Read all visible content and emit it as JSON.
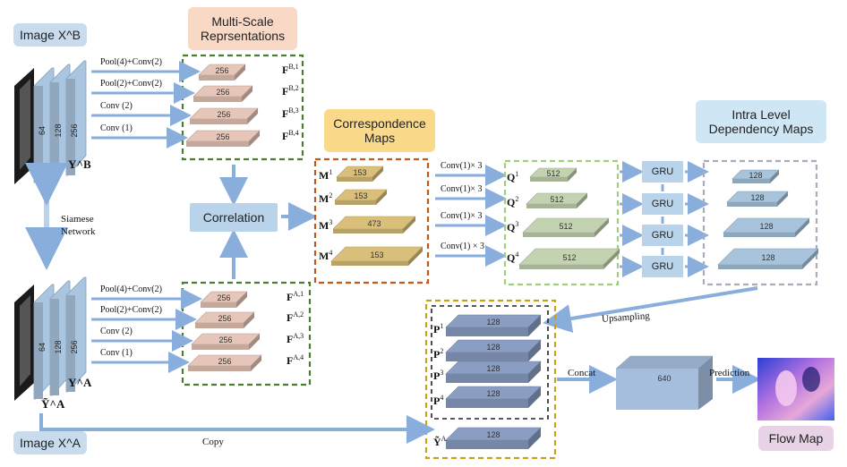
{
  "image_b_label": "Image X^B",
  "image_a_label": "Image X^A",
  "multiscale_title_line1": "Multi-Scale",
  "multiscale_title_line2": "Reprsentations",
  "correspondence_title_line1": "Correspondence",
  "correspondence_title_line2": "Maps",
  "intra_title_line1": "Intra Level",
  "intra_title_line2": "Dependency Maps",
  "correlation_label": "Correlation",
  "siamese_label_line1": "Siamese",
  "siamese_label_line2": "Network",
  "flow_map_label": "Flow Map",
  "copy_label": "Copy",
  "upsampling_label": "Upsampling",
  "concat_label": "Concat",
  "prediction_label": "Prediction",
  "gru_label": "GRU",
  "backbone_b": {
    "channels": [
      "64",
      "128",
      "256"
    ],
    "output_label": "Y^B"
  },
  "backbone_a": {
    "channels": [
      "64",
      "128",
      "256"
    ],
    "output_label": "Y^A",
    "copy_label": "Ỹ^A"
  },
  "ops_b": [
    "Pool(4)+Conv(2)",
    "Pool(2)+Conv(2)",
    "Conv (2)",
    "Conv (1)"
  ],
  "ops_a": [
    "Pool(4)+Conv(2)",
    "Pool(2)+Conv(2)",
    "Conv (2)",
    "Conv (1)"
  ],
  "features_b": [
    {
      "value": "256",
      "label": "F",
      "sup": "B,1"
    },
    {
      "value": "256",
      "label": "F",
      "sup": "B,2"
    },
    {
      "value": "256",
      "label": "F",
      "sup": "B,3"
    },
    {
      "value": "256",
      "label": "F",
      "sup": "B,4"
    }
  ],
  "features_a": [
    {
      "value": "256",
      "label": "F",
      "sup": "A,1"
    },
    {
      "value": "256",
      "label": "F",
      "sup": "A,2"
    },
    {
      "value": "256",
      "label": "F",
      "sup": "A,3"
    },
    {
      "value": "256",
      "label": "F",
      "sup": "A,4"
    }
  ],
  "corr_maps": [
    {
      "value": "153",
      "label": "M",
      "sup": "1"
    },
    {
      "value": "153",
      "label": "M",
      "sup": "2"
    },
    {
      "value": "473",
      "label": "M",
      "sup": "3"
    },
    {
      "value": "153",
      "label": "M",
      "sup": "4"
    }
  ],
  "conv_ops": [
    "Conv(1)× 3",
    "Conv(1)× 3",
    "Conv(1)× 3",
    "Conv(1) × 3"
  ],
  "q_maps": [
    {
      "value": "512",
      "label": "Q",
      "sup": "1"
    },
    {
      "value": "512",
      "label": "Q",
      "sup": "2"
    },
    {
      "value": "512",
      "label": "Q",
      "sup": "3"
    },
    {
      "value": "512",
      "label": "Q",
      "sup": "4"
    }
  ],
  "dep_maps": [
    "128",
    "128",
    "128",
    "128"
  ],
  "p_maps": [
    {
      "value": "128",
      "label": "P",
      "sup": "1"
    },
    {
      "value": "128",
      "label": "P",
      "sup": "2"
    },
    {
      "value": "128",
      "label": "P",
      "sup": "3"
    },
    {
      "value": "128",
      "label": "P",
      "sup": "4"
    }
  ],
  "y_tilde": {
    "value": "128",
    "label": "Ỹ",
    "sup": "A"
  },
  "concat_value": "640",
  "colors": {
    "feature": "#e6c6b8",
    "corr": "#d9bf7a",
    "q": "#c3d2b0",
    "dep": "#a8c4dc",
    "p": "#8a9ec4",
    "concat": "#a6bede",
    "backbone": "#a9c5df",
    "green_border": "#4b7d2e",
    "orange_border": "#c05a1c",
    "lightgreen_border": "#9fcf7a",
    "grey_border": "#a7adb8",
    "gold_border": "#c9a21a",
    "arrow": "#8aaedc",
    "title_multiscale": "#f9d9c6",
    "title_corr": "#fbd98b",
    "title_intra": "#cfe6f5",
    "title_image": "#c8dcee",
    "title_flow": "#e8d2e6"
  }
}
